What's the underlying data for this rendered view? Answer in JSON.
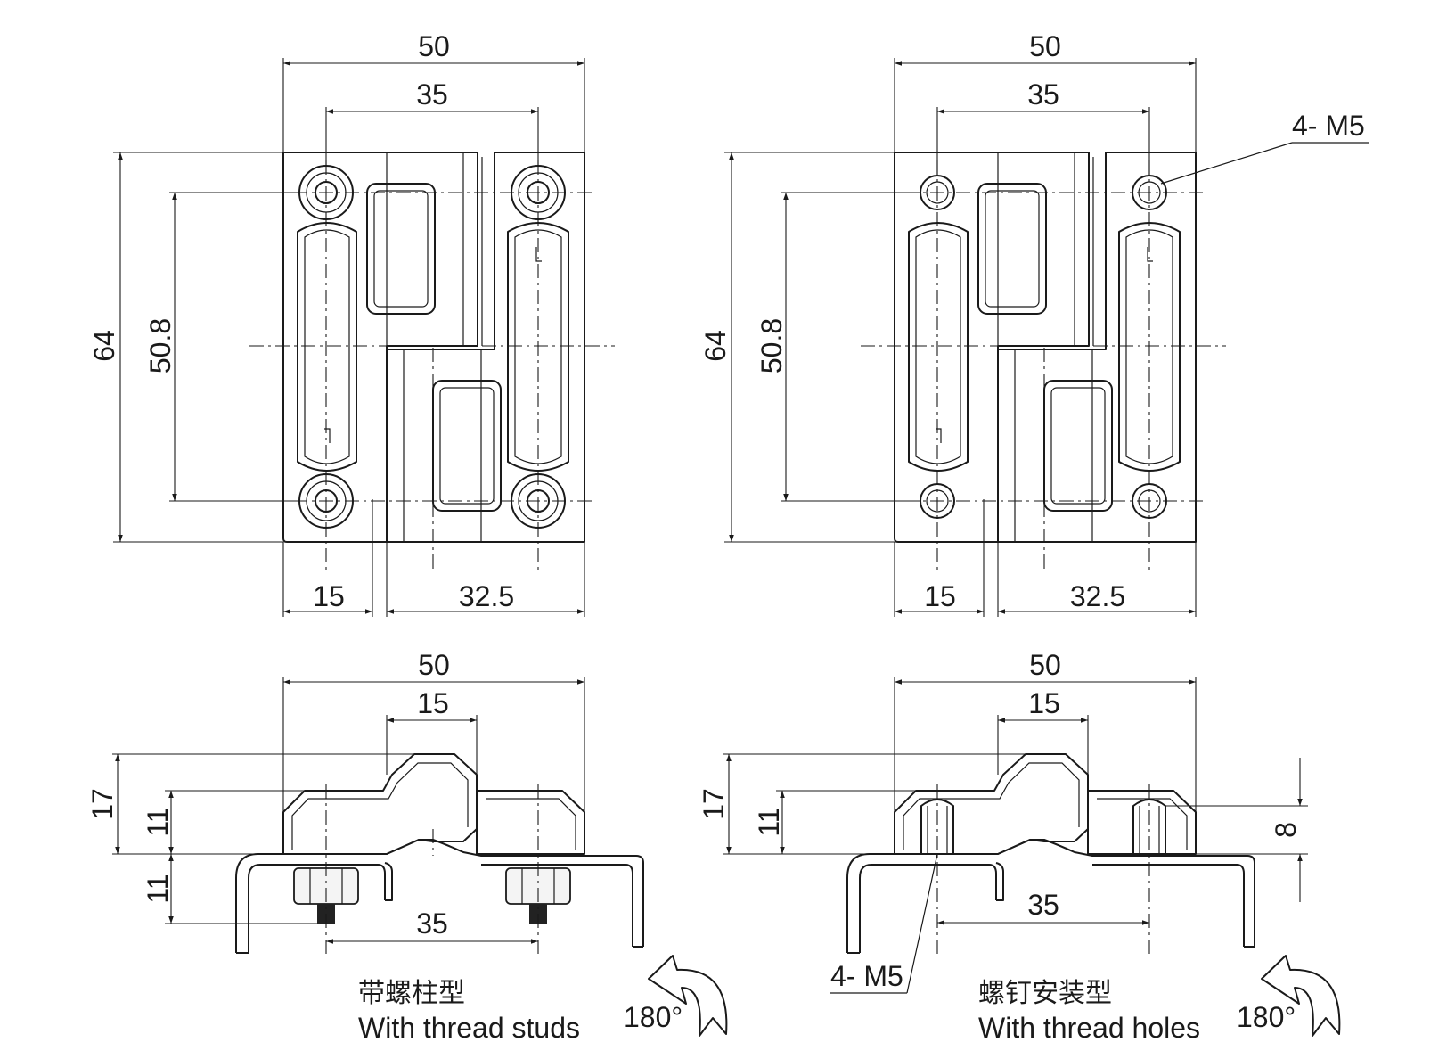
{
  "dimensions": {
    "overall_width": "50",
    "hole_spacing": "35",
    "height": "64",
    "vertical_hole_spacing": "50.8",
    "left_leaf_width": "15",
    "right_leaf_width": "32.5",
    "top_width": "50",
    "knuckle_width": "15",
    "overall_height_side": "17",
    "leaf_height_side": "11",
    "stud_length": "11",
    "stud_spacing": "35",
    "hole_depth": "8"
  },
  "callouts": {
    "thread_top": "4- M5",
    "thread_side": "4- M5"
  },
  "variants": {
    "studs": {
      "zh": "带螺柱型",
      "en": "With thread studs",
      "rotation": "180°"
    },
    "holes": {
      "zh": "螺钉安装型",
      "en": "With thread holes",
      "rotation": "180°"
    }
  },
  "icons": [
    "rotate-arrow-icon"
  ]
}
